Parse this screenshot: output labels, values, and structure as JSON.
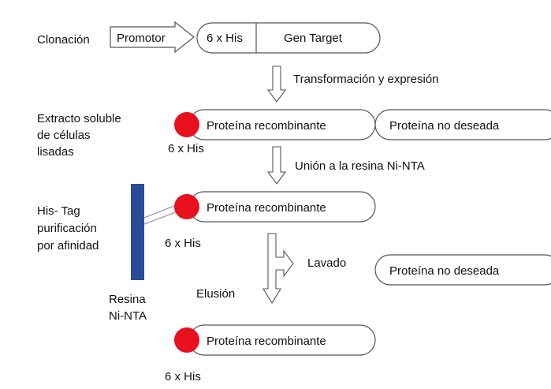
{
  "labels": {
    "clonacion": "Clonación",
    "promotor": "Promotor",
    "his_tag_top": "6 x His",
    "gen_target": "Gen Target",
    "transformacion": "Transformación y expresión",
    "extracto_1": "Extracto soluble",
    "extracto_2": "de células",
    "extracto_3": "lisadas",
    "proteina_recombinante": "Proteína recombinante",
    "proteina_no_deseada": "Proteína no deseada",
    "his_tag": "6 x His",
    "union": "Unión a la resina Ni-NTA",
    "purif_1": "His- Tag",
    "purif_2": "purificación",
    "purif_3": "por afinidad",
    "lavado": "Lavado",
    "elusion": "Elusión",
    "resina_1": "Resina",
    "resina_2": "Ni-NTA"
  },
  "colors": {
    "his_bead": "#e8101e",
    "resin": "#2a4a9a",
    "outline": "#555555",
    "text": "#111111"
  }
}
